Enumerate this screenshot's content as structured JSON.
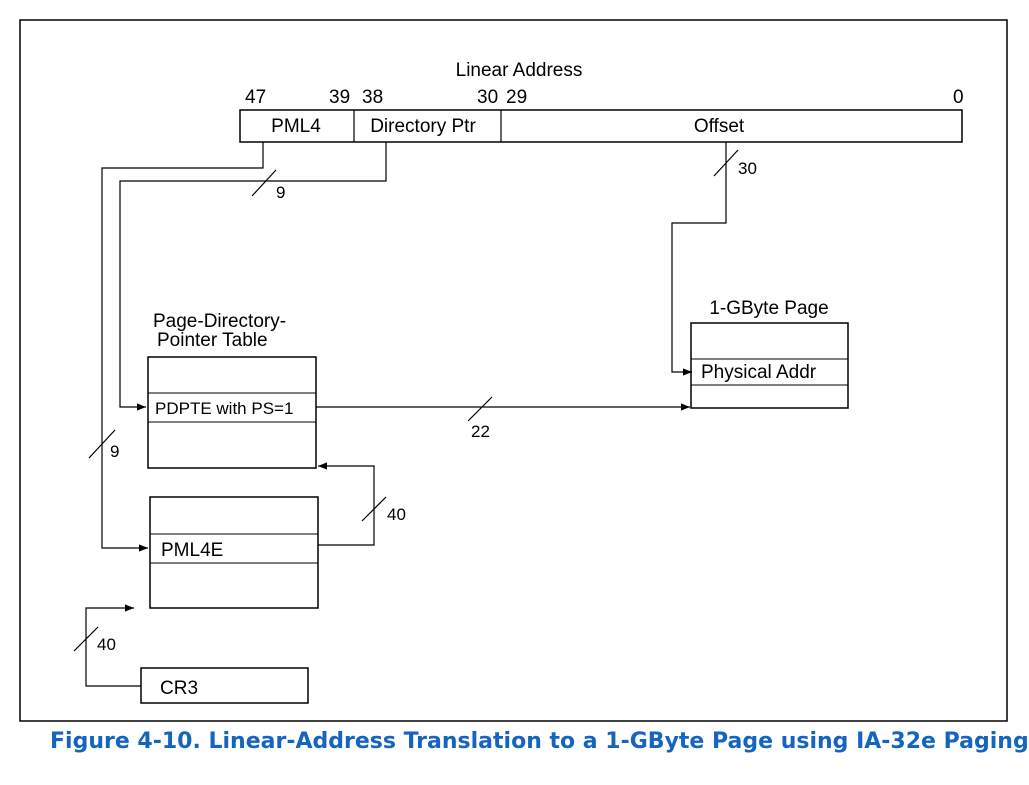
{
  "linear_address": {
    "title": "Linear Address",
    "bits": {
      "b47": "47",
      "b39": "39",
      "b38": "38",
      "b30": "30",
      "b29": "29",
      "b0": "0"
    },
    "fields": {
      "pml4": "PML4",
      "directory_ptr": "Directory Ptr",
      "offset": "Offset"
    }
  },
  "pdpt": {
    "title_line1": "Page-Directory-",
    "title_line2": "Pointer Table",
    "entry": "PDPTE with PS=1"
  },
  "page": {
    "title": "1-GByte Page",
    "entry": "Physical Addr"
  },
  "pml4_table": {
    "entry": "PML4E"
  },
  "cr3": {
    "label": "CR3"
  },
  "widths": {
    "dir_ptr": "9",
    "pml4_idx": "9",
    "offset": "30",
    "pdpte_addr": "22",
    "pml4e_addr": "40",
    "cr3_addr": "40"
  },
  "caption": "Figure 4-10.  Linear-Address Translation to a 1-GByte Page using IA-32e Paging"
}
